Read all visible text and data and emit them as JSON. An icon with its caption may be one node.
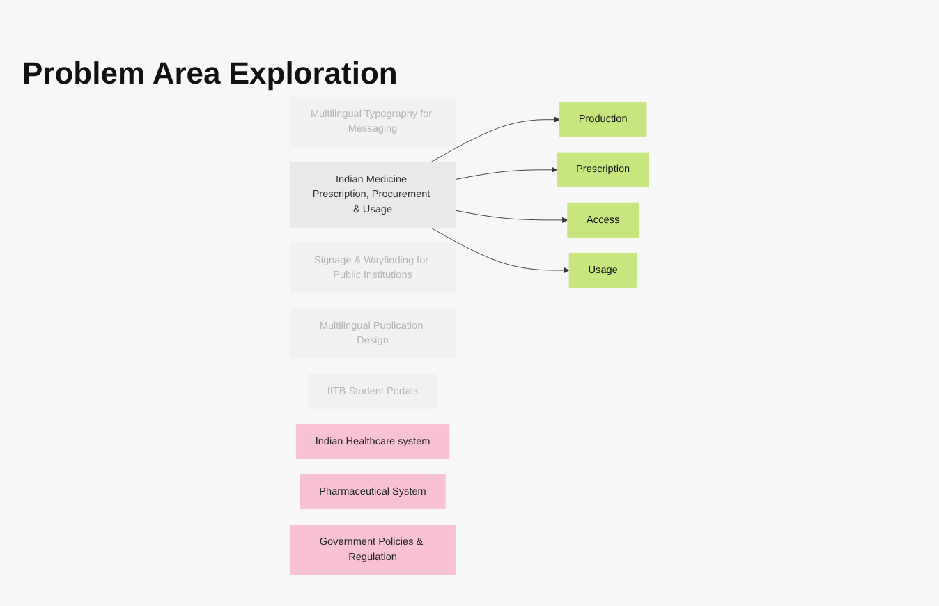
{
  "diagram": {
    "title": "Problem Area Exploration",
    "nodes": [
      {
        "text": [
          "Multilingual Typography for Messaging"
        ]
      },
      {
        "text": [
          "Indian Medicine Prescription, Procurement & Usage"
        ]
      },
      {
        "text": [
          "Signage & Wayfinding for Public Institutions"
        ]
      },
      {
        "text": [
          "Multilingual Publication Design"
        ]
      },
      {
        "text": [
          "IITB Student Portals"
        ]
      },
      {
        "text": [
          "Production"
        ]
      },
      {
        "text": [
          "Prescription"
        ]
      },
      {
        "text": [
          "Access"
        ]
      },
      {
        "text": [
          "Usage"
        ]
      },
      {
        "text": [
          "Indian Healthcare system"
        ]
      },
      {
        "text": [
          "Pharmaceutical System"
        ]
      },
      {
        "text": [
          "Government Policies & Regulation"
        ]
      }
    ],
    "edges": [
      {
        "from": 1,
        "to": 5,
        "arrow": "to"
      },
      {
        "from": 1,
        "to": 6,
        "arrow": "to"
      },
      {
        "from": 1,
        "to": 7,
        "arrow": "to"
      },
      {
        "from": 1,
        "to": 8,
        "arrow": "to"
      }
    ]
  }
}
